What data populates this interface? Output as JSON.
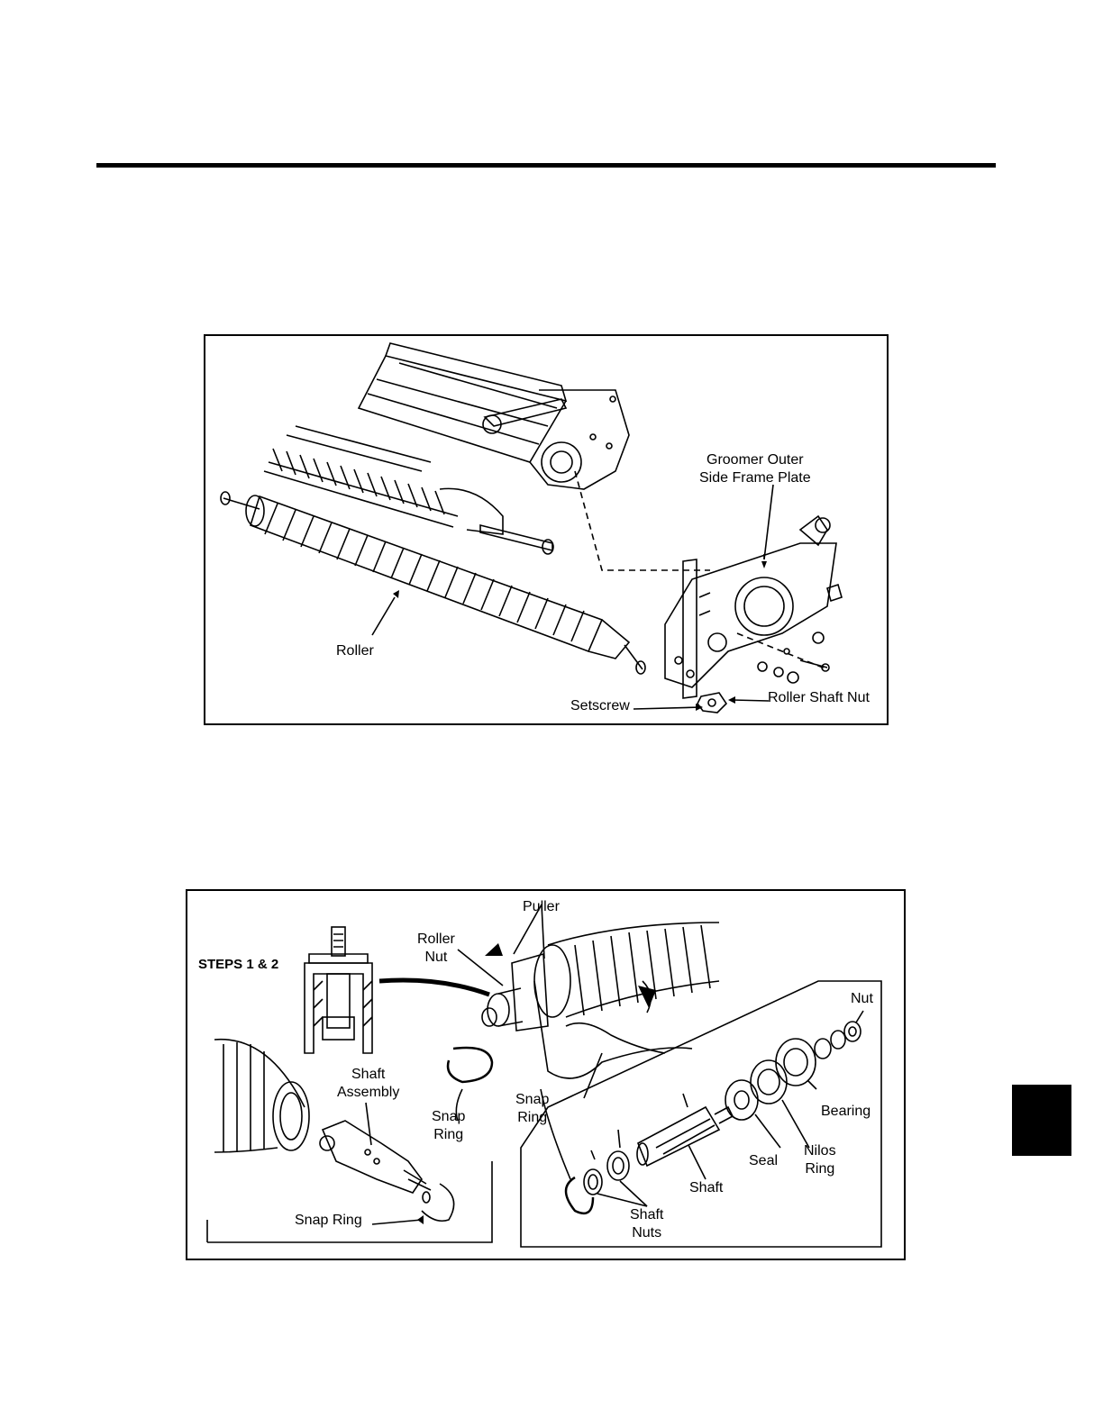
{
  "figure1": {
    "labels": {
      "groomer_plate_line1": "Groomer Outer",
      "groomer_plate_line2": "Side Frame Plate",
      "roller": "Roller",
      "setscrew": "Setscrew",
      "roller_shaft_nut": "Roller Shaft Nut"
    }
  },
  "figure2": {
    "labels": {
      "steps": "STEPS 1 & 2",
      "puller": "Puller",
      "roller_nut_line1": "Roller",
      "roller_nut_line2": "Nut",
      "nut": "Nut",
      "shaft_assembly_line1": "Shaft",
      "shaft_assembly_line2": "Assembly",
      "snap_ring_a_line1": "Snap",
      "snap_ring_a_line2": "Ring",
      "snap_ring_b_line1": "Snap",
      "snap_ring_b_line2": "Ring",
      "snap_ring_c": "Snap Ring",
      "bearing": "Bearing",
      "seal": "Seal",
      "nilos_line1": "Nilos",
      "nilos_line2": "Ring",
      "shaft": "Shaft",
      "shaft_nuts_line1": "Shaft",
      "shaft_nuts_line2": "Nuts"
    }
  }
}
